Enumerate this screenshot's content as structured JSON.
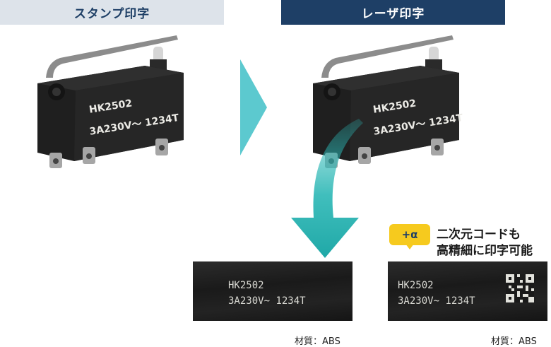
{
  "headers": {
    "stamp": "スタンプ印字",
    "laser": "レーザ印字"
  },
  "switch_marking": {
    "line1": "HK2502",
    "line2": "3A230V～ 1234T"
  },
  "samples": [
    {
      "line1": "HK2502",
      "line2": "3A230V~ 1234T",
      "material": "材質：ABS"
    },
    {
      "line1": "HK2502",
      "line2": "3A230V~ 1234T",
      "material": "材質：ABS"
    }
  ],
  "badge": "+α",
  "note": {
    "line1": "二次元コードも",
    "line2": "高精細に印字可能"
  },
  "colors": {
    "navy": "#1e3f66",
    "header_light": "#dde3ea",
    "teal": "#2bb7b5",
    "arrow_light": "#5cc9cf",
    "badge_yellow": "#f6ca1e"
  },
  "icons": [
    "arrow-right-icon",
    "curved-arrow-icon",
    "qr-code-icon"
  ]
}
